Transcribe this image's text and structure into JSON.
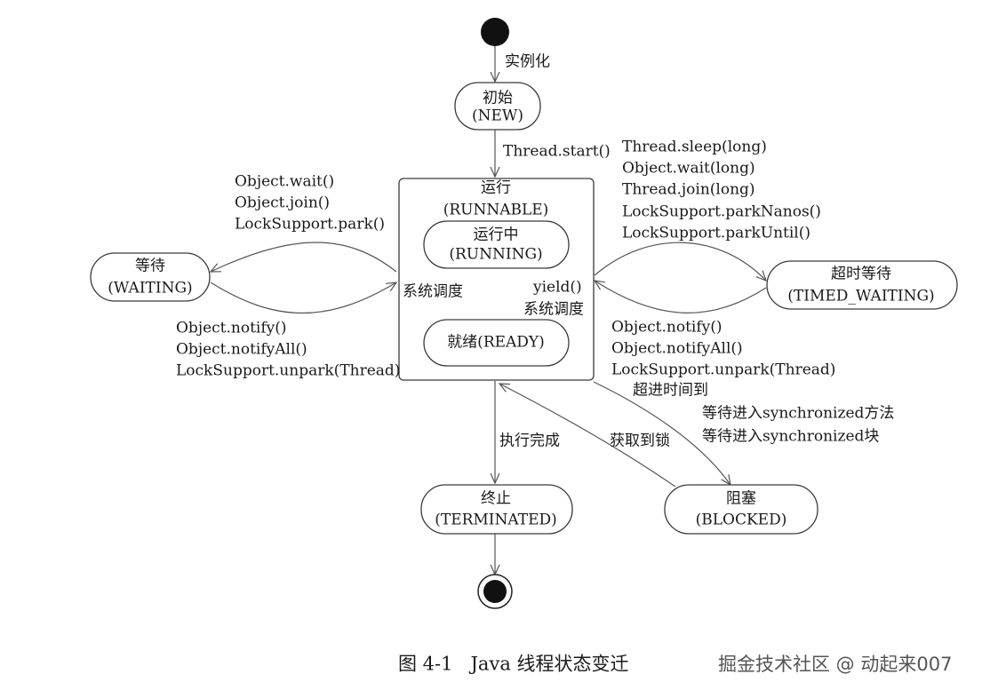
{
  "nodes": {
    "new": {
      "label": "初始",
      "sublabel": "(NEW)"
    },
    "runnable": {
      "label": "运行",
      "sublabel": "(RUNNABLE)"
    },
    "running": {
      "label": "运行中",
      "sublabel": "(RUNNING)"
    },
    "ready": {
      "label": "就绪(READY)"
    },
    "waiting": {
      "label": "等待",
      "sublabel": "(WAITING)"
    },
    "timed_waiting": {
      "label": "超时等待",
      "sublabel": "(TIMED_WAITING)"
    },
    "terminated": {
      "label": "终止",
      "sublabel": "(TERMINATED)"
    },
    "blocked": {
      "label": "阻塞",
      "sublabel": "(BLOCKED)"
    }
  },
  "edges": {
    "instantiate": "实例化",
    "start": "Thread.start()",
    "to_waiting": [
      "Object.wait()",
      "Object.join()",
      "LockSupport.park()"
    ],
    "from_waiting": [
      "Object.notify()",
      "Object.notifyAll()",
      "LockSupport.unpark(Thread)"
    ],
    "to_timed_waiting": [
      "Thread.sleep(long)",
      "Object.wait(long)",
      "Thread.join(long)",
      "LockSupport.parkNanos()",
      "LockSupport.parkUntil()"
    ],
    "from_timed_waiting": [
      "Object.notify()",
      "Object.notifyAll()",
      "LockSupport.unpark(Thread)"
    ],
    "timeout": "超进时间到",
    "to_blocked": [
      "等待进入synchronized方法",
      "等待进入synchronized块"
    ],
    "lock_acquired": "获取到锁",
    "complete": "执行完成",
    "schedule_left": "系统调度",
    "yield": "yield()",
    "schedule_right": "系统调度"
  },
  "caption": "图 4-1   Java 线程状态变迁",
  "watermark": "掘金技术社区 @ 动起来007"
}
